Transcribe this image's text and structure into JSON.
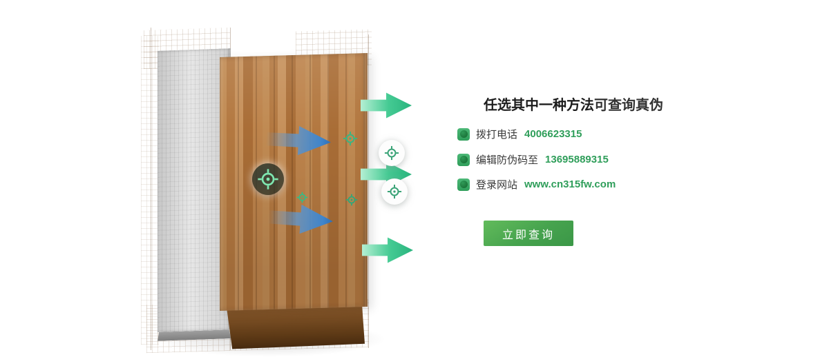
{
  "colors": {
    "accent_green": "#2fbf8a",
    "text_green": "#2f9e5a",
    "button_green_light": "#62bb5b",
    "button_green_dark": "#3b9747",
    "arrow_blue": "#3f85cc",
    "wood_brown": "#b37840",
    "title_color": "#1c1c1c"
  },
  "icons": {
    "item_bullet": "green-globe-icon",
    "target": "crosshair-target-icon",
    "flow_arrow": "arrow-right-icon"
  },
  "panel": {
    "title_strong": "任选其中一种方法",
    "title_rest": "可查询真伪",
    "items": [
      {
        "prefix": "拨打电话",
        "value": "4006623315"
      },
      {
        "prefix": "编辑防伪码至",
        "value": "13695889315"
      },
      {
        "prefix": "登录网站",
        "value": "www.cn315fw.com"
      }
    ],
    "button_label": "立即查询"
  }
}
